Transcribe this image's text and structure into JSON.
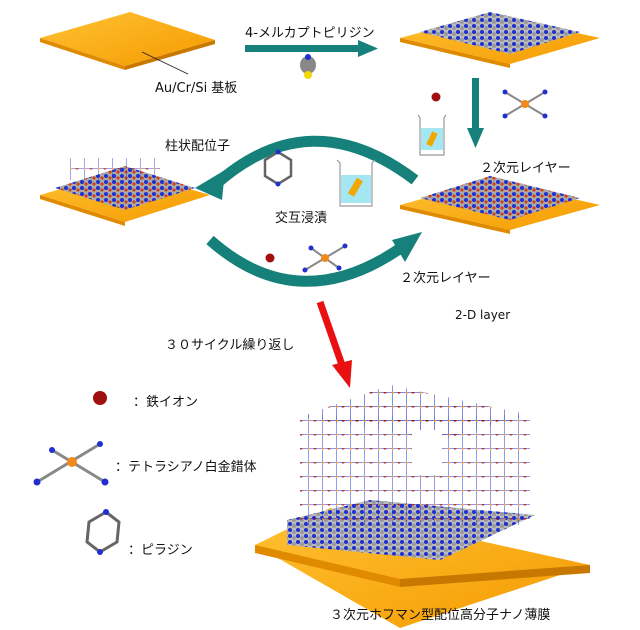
{
  "labels": {
    "substrate": "Au/Cr/Si 基板",
    "mercaptopyridine": "4-メルカプトピリジン",
    "layer2d_top": "２次元レイヤー",
    "pillar_ligand": "柱状配位子",
    "alternate_immersion": "交互浸漬",
    "layer2d_bottom": "２次元レイヤー",
    "layer2d_en": "2-D layer",
    "repeat_cycles": "３０サイクル繰り返し",
    "caption": "３次元ホフマン型配位高分子ナノ薄膜"
  },
  "legend": [
    {
      "icon": "iron-ion-icon",
      "label": "：鉄イオン"
    },
    {
      "icon": "tetracyanoplatinate-icon",
      "label": "：テトラシアノ白金錯体"
    },
    {
      "icon": "pyrazine-icon",
      "label": "：ピラジン"
    }
  ],
  "colors": {
    "substrate": "#f5a300",
    "arrow": "#16807a",
    "red_arrow": "#e81010",
    "iron": "#a01010",
    "nitrogen": "#1a2ad8",
    "platinum": "#f08a1a"
  }
}
